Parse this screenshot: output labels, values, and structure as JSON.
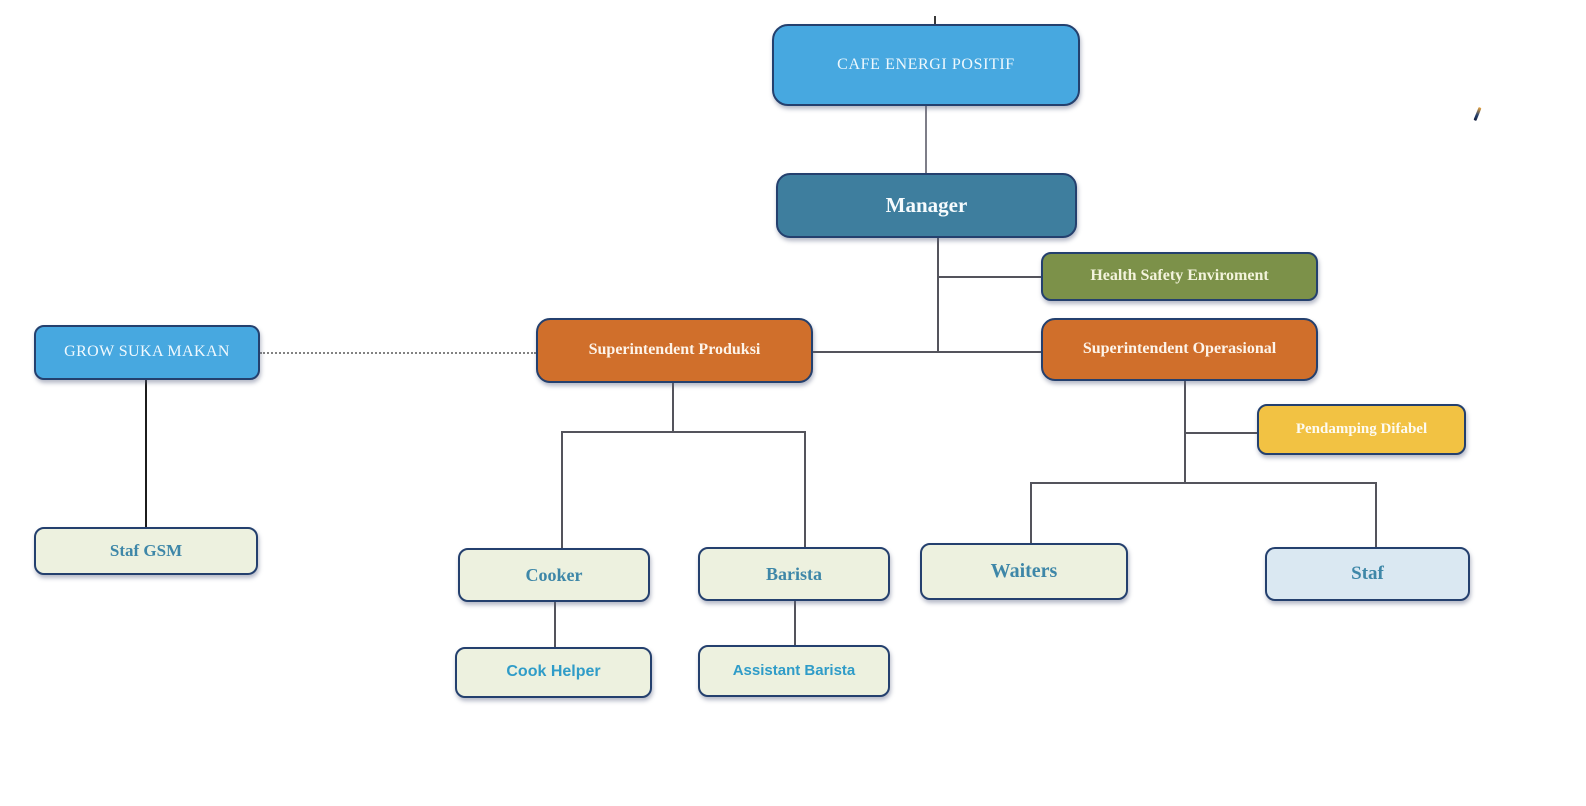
{
  "title": "CAFE ENERGI POSITIF organization chart",
  "palette": {
    "blue": "#47a8e0",
    "teal": "#3e7e9e",
    "olive": "#7c9149",
    "orange": "#d06f2b",
    "yellow": "#f2c243",
    "cream": "#edf1df",
    "light_blue": "#dae8f2",
    "border_navy": "#24406e",
    "text_teal": "#3e87a8",
    "text_sans_blue": "#2f9cc8",
    "connector_gray": "#54545c"
  },
  "chart": {
    "type": "org-chart",
    "nodes": {
      "cafe": {
        "label": "CAFE ENERGI POSITIF"
      },
      "manager": {
        "label": "Manager"
      },
      "hse": {
        "label": "Health Safety Enviroment"
      },
      "grow": {
        "label": "GROW SUKA MAKAN"
      },
      "produksi": {
        "label": "Superintendent Produksi"
      },
      "operasional": {
        "label": "Superintendent Operasional"
      },
      "pendamping": {
        "label": "Pendamping Difabel"
      },
      "staf_gsm": {
        "label": "Staf GSM"
      },
      "cooker": {
        "label": "Cooker"
      },
      "barista": {
        "label": "Barista"
      },
      "waiters": {
        "label": "Waiters"
      },
      "staf": {
        "label": "Staf"
      },
      "cook_helper": {
        "label": "Cook Helper"
      },
      "assistant_barista": {
        "label": "Assistant Barista"
      }
    },
    "edges": [
      {
        "from": "cafe",
        "to": "manager",
        "style": "solid"
      },
      {
        "from": "manager",
        "to": "hse",
        "style": "solid"
      },
      {
        "from": "manager",
        "to": "produksi",
        "style": "solid"
      },
      {
        "from": "manager",
        "to": "operasional",
        "style": "solid"
      },
      {
        "from": "grow",
        "to": "produksi",
        "style": "dotted"
      },
      {
        "from": "grow",
        "to": "staf_gsm",
        "style": "solid"
      },
      {
        "from": "produksi",
        "to": "cooker",
        "style": "solid"
      },
      {
        "from": "produksi",
        "to": "barista",
        "style": "solid"
      },
      {
        "from": "cooker",
        "to": "cook_helper",
        "style": "solid"
      },
      {
        "from": "barista",
        "to": "assistant_barista",
        "style": "solid"
      },
      {
        "from": "operasional",
        "to": "pendamping",
        "style": "solid"
      },
      {
        "from": "operasional",
        "to": "waiters",
        "style": "solid"
      },
      {
        "from": "operasional",
        "to": "staf",
        "style": "solid"
      }
    ]
  }
}
